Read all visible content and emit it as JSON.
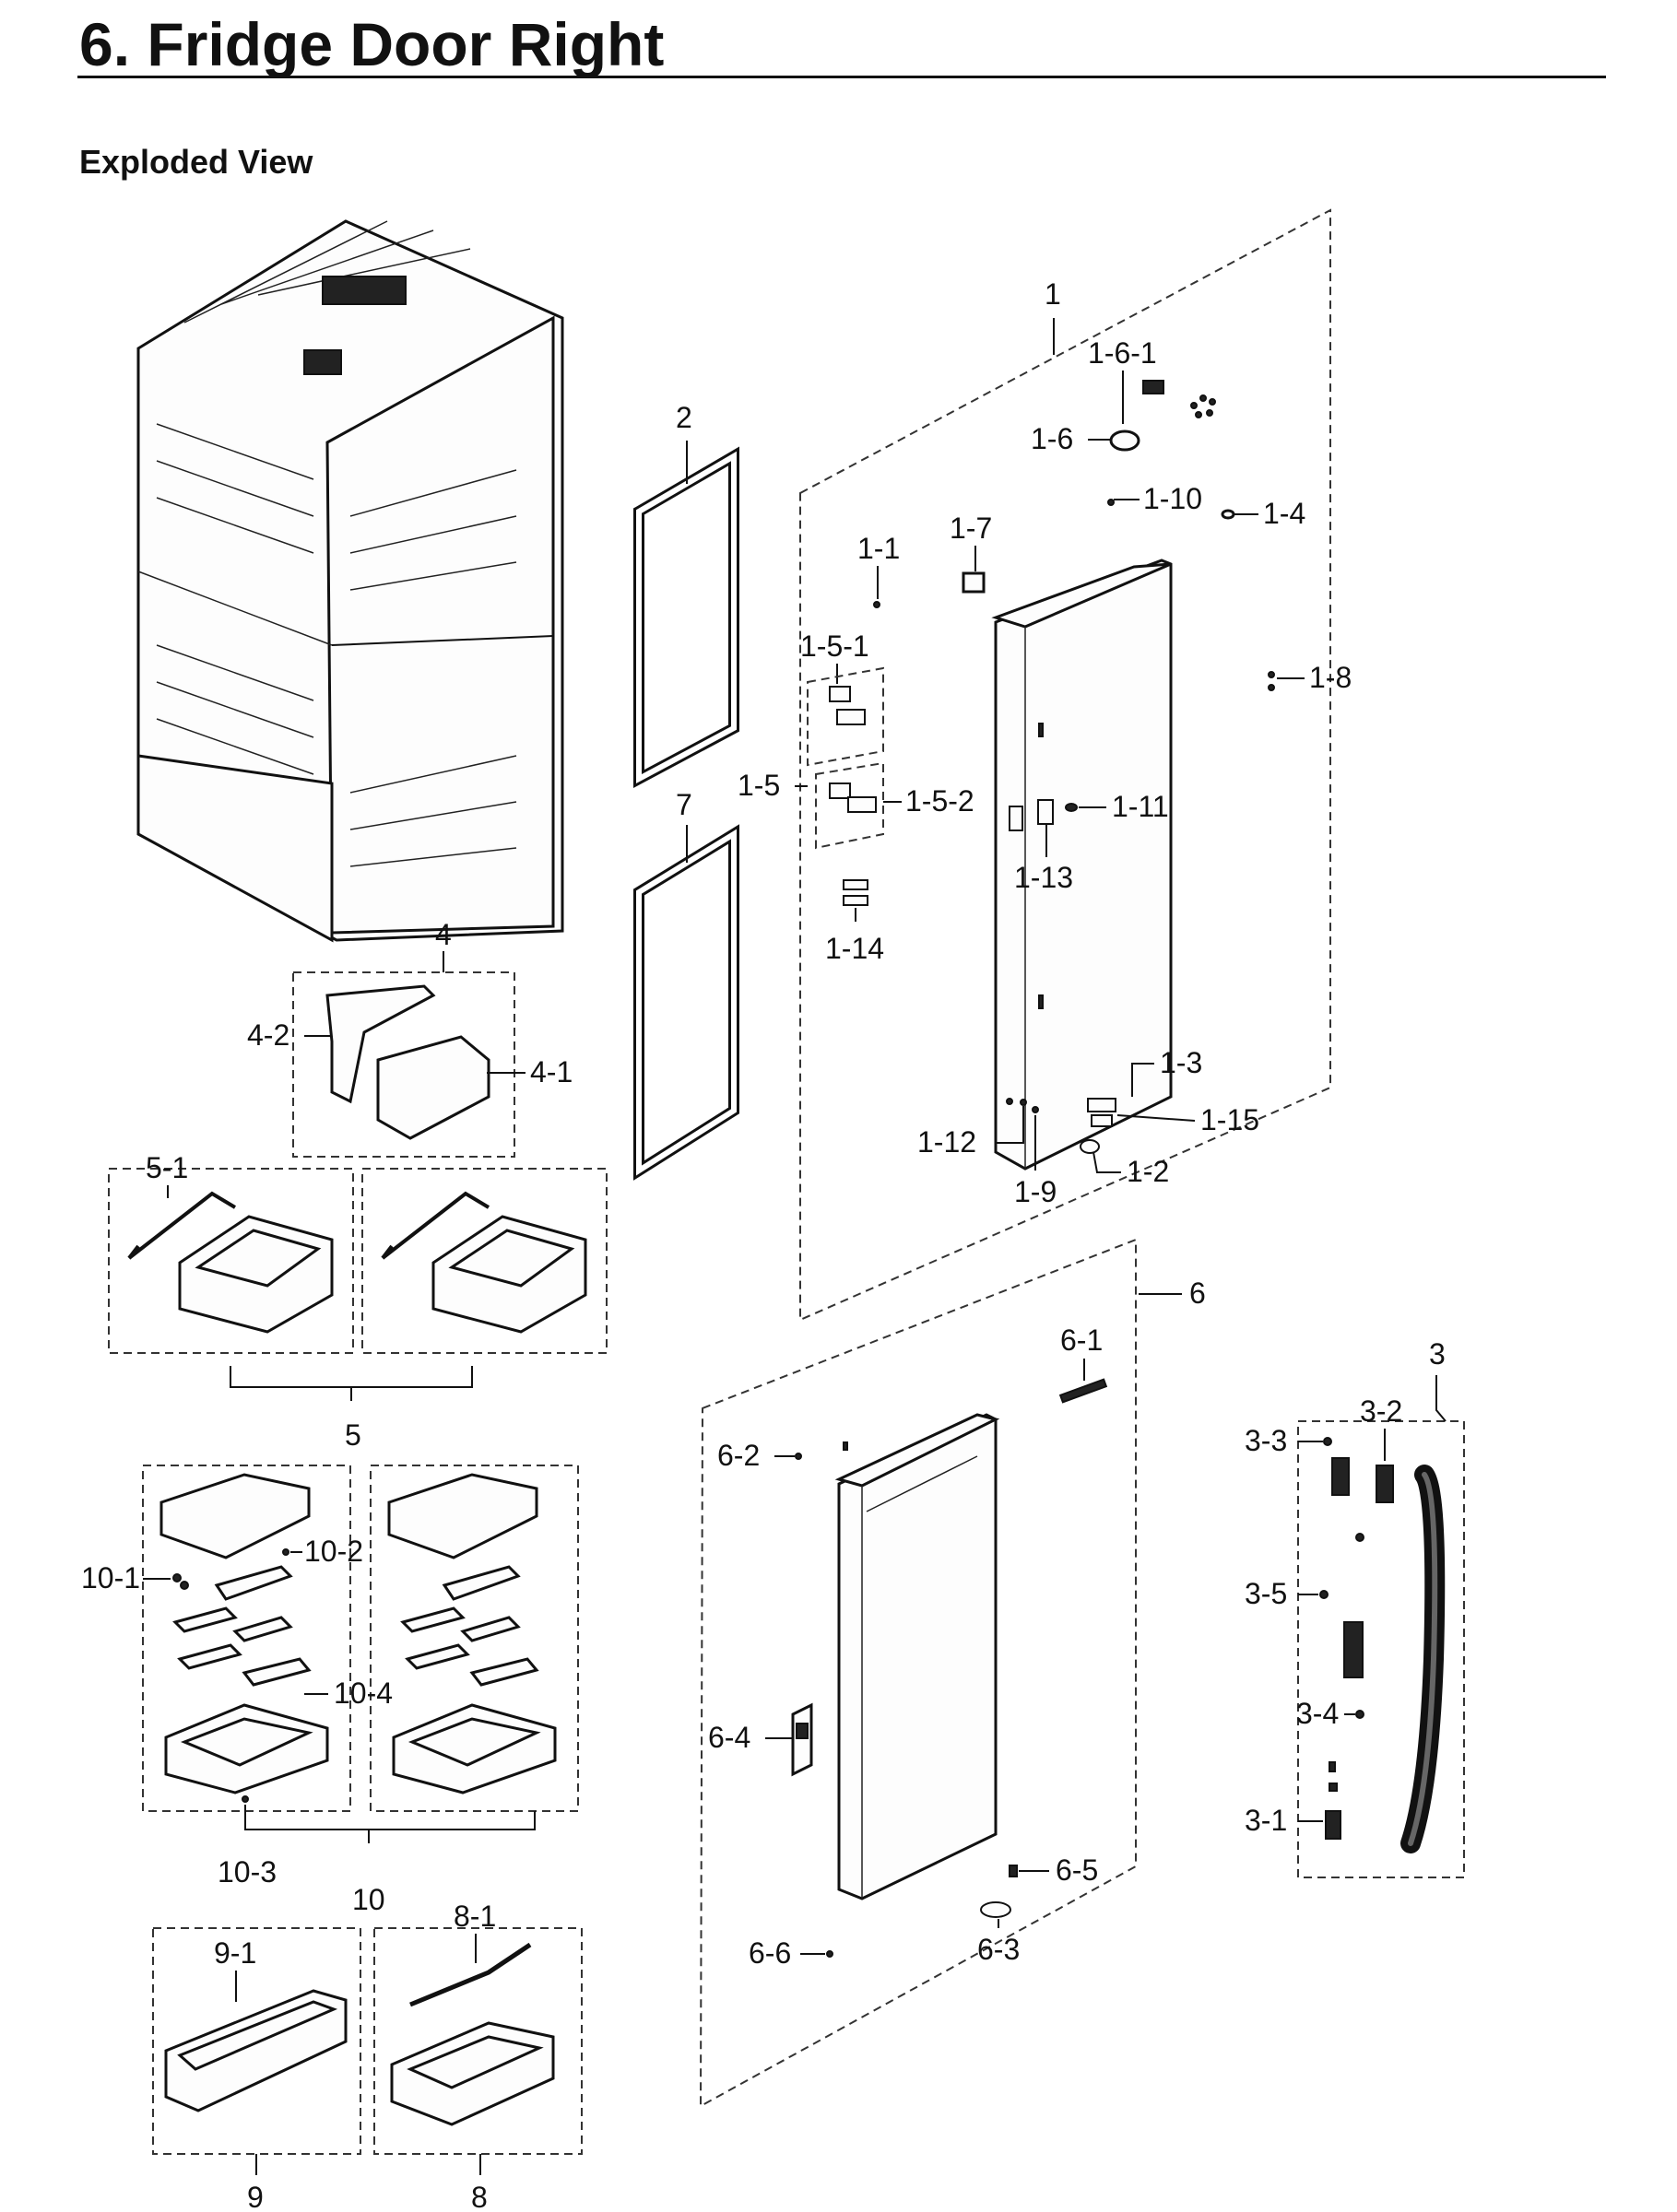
{
  "header": {
    "title": "6.  Fridge Door Right",
    "subtitle": "Exploded View"
  },
  "callouts": {
    "c1": "1",
    "c1_6_1": "1-6-1",
    "c1_6": "1-6",
    "c1_10": "1-10",
    "c1_4": "1-4",
    "c1_7": "1-7",
    "c1_1": "1-1",
    "c1_8": "1-8",
    "c1_5_1": "1-5-1",
    "c1_5": "1-5",
    "c1_5_2": "1-5-2",
    "c1_11": "1-11",
    "c1_13": "1-13",
    "c1_14": "1-14",
    "c1_3": "1-3",
    "c1_15": "1-15",
    "c1_12": "1-12",
    "c1_2": "1-2",
    "c1_9": "1-9",
    "c2": "2",
    "c7": "7",
    "c4": "4",
    "c4_2": "4-2",
    "c4_1": "4-1",
    "c5_1": "5-1",
    "c5": "5",
    "c10_1": "10-1",
    "c10_2": "10-2",
    "c10_4": "10-4",
    "c10_3": "10-3",
    "c10": "10",
    "c9_1": "9-1",
    "c9": "9",
    "c8_1": "8-1",
    "c8": "8",
    "c6": "6",
    "c6_1": "6-1",
    "c6_2": "6-2",
    "c6_4": "6-4",
    "c6_5": "6-5",
    "c6_6": "6-6",
    "c6_3": "6-3",
    "c3": "3",
    "c3_2": "3-2",
    "c3_3": "3-3",
    "c3_5": "3-5",
    "c3_4": "3-4",
    "c3_1": "3-1"
  }
}
